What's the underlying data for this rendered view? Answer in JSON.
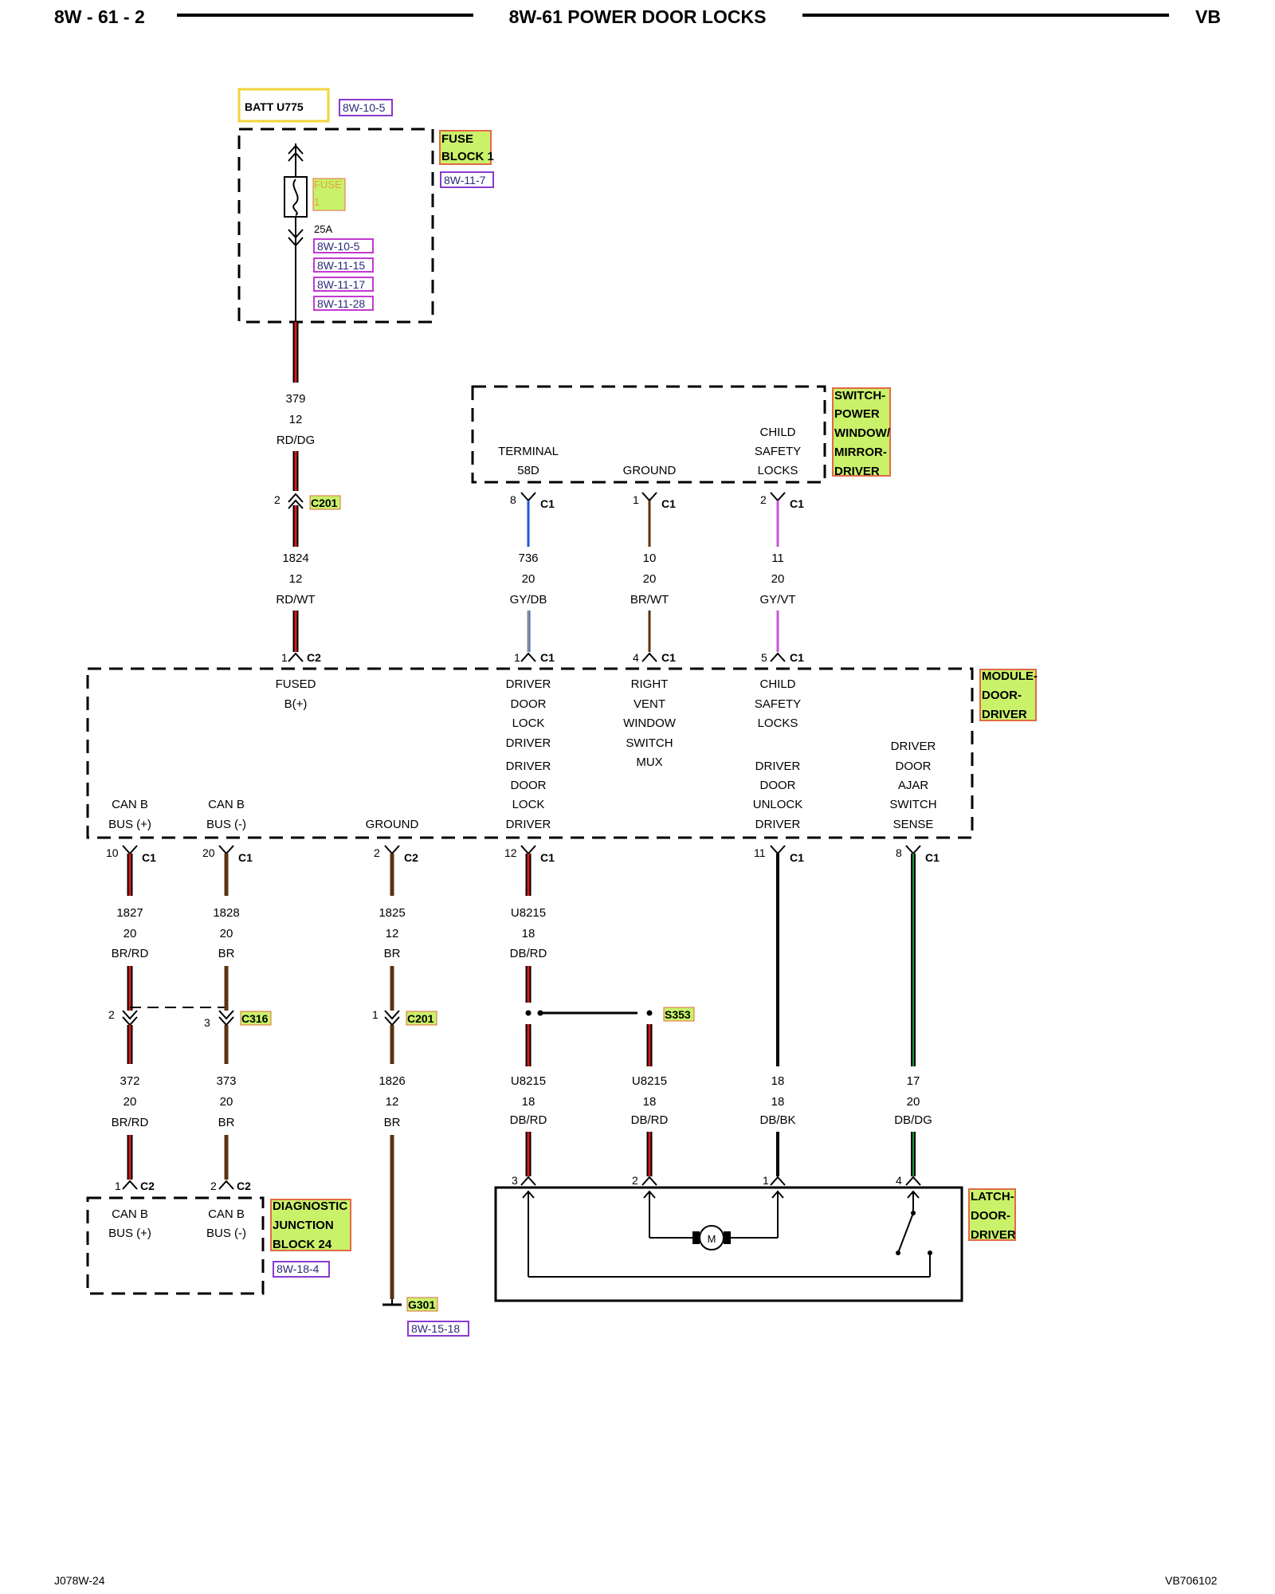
{
  "header": {
    "page_code": "8W - 61 - 2",
    "title": "8W-61 POWER DOOR LOCKS",
    "model": "VB"
  },
  "footer": {
    "left_code": "J078W-24",
    "right_code": "VB706102"
  },
  "power_source": {
    "battery_label": "BATT U775",
    "battery_ref": "8W-10-5",
    "fuse_block_label": [
      "FUSE",
      "BLOCK 1"
    ],
    "fuse_block_ref": "8W-11-7",
    "fuse_label": [
      "FUSE",
      "1"
    ],
    "fuse_rating": "25A",
    "fuse_refs": [
      "8W-10-5",
      "8W-11-15",
      "8W-11-17",
      "8W-11-28"
    ]
  },
  "components": {
    "switch": {
      "name_lines": [
        "SWITCH-",
        "POWER",
        "WINDOW/",
        "MIRROR-",
        "DRIVER"
      ],
      "pins": [
        {
          "label": [
            "TERMINAL",
            "58D"
          ],
          "pin": "8",
          "connector": "C1"
        },
        {
          "label": [
            "GROUND"
          ],
          "pin": "1",
          "connector": "C1"
        },
        {
          "label": [
            "CHILD",
            "SAFETY",
            "LOCKS"
          ],
          "pin": "2",
          "connector": "C1"
        }
      ]
    },
    "module": {
      "name_lines": [
        "MODULE-",
        "DOOR-",
        "DRIVER"
      ],
      "top_pins": [
        {
          "label": [
            "FUSED",
            "B(+)"
          ],
          "pin": "1",
          "connector": "C2"
        },
        {
          "label": [
            "DRIVER",
            "DOOR",
            "LOCK",
            "DRIVER"
          ],
          "pin": "1",
          "connector": "C1"
        },
        {
          "label": [
            "RIGHT",
            "VENT",
            "WINDOW",
            "SWITCH",
            "MUX"
          ],
          "pin": "4",
          "connector": "C1"
        },
        {
          "label": [
            "CHILD",
            "SAFETY",
            "LOCKS"
          ],
          "pin": "5",
          "connector": "C1"
        }
      ],
      "bottom_pins": [
        {
          "label": [
            "CAN B",
            "BUS (+)"
          ],
          "pin": "10",
          "connector": "C1"
        },
        {
          "label": [
            "CAN B",
            "BUS (-)"
          ],
          "pin": "20",
          "connector": "C1"
        },
        {
          "label": [
            "GROUND"
          ],
          "pin": "2",
          "connector": "C2"
        },
        {
          "label": [
            "DRIVER",
            "DOOR",
            "LOCK",
            "DRIVER"
          ],
          "pin": "12",
          "connector": "C1"
        },
        {
          "label": [
            "DRIVER",
            "DOOR",
            "UNLOCK",
            "DRIVER"
          ],
          "pin": "11",
          "connector": "C1"
        },
        {
          "label": [
            "DRIVER",
            "DOOR",
            "AJAR",
            "SWITCH",
            "SENSE"
          ],
          "pin": "8",
          "connector": "C1"
        }
      ]
    },
    "diagnostic": {
      "name_lines": [
        "DIAGNOSTIC",
        "JUNCTION",
        "BLOCK 24"
      ],
      "ref": "8W-18-4",
      "pins": [
        {
          "label": [
            "CAN B",
            "BUS (+)"
          ],
          "pin": "1",
          "connector": "C2"
        },
        {
          "label": [
            "CAN B",
            "BUS (-)"
          ],
          "pin": "2",
          "connector": "C2"
        }
      ]
    },
    "latch": {
      "name_lines": [
        "LATCH-",
        "DOOR-",
        "DRIVER"
      ],
      "motor_symbol": "M",
      "pins": [
        "3",
        "2",
        "1",
        "4"
      ]
    }
  },
  "connectors": {
    "c201": "C201",
    "c316": "C316",
    "s353": "S353",
    "g301": "G301",
    "g301_ref": "8W-15-18",
    "c201_pin_upper": "2",
    "c201_pin_lower": "1",
    "c316_pins": [
      "2",
      "3"
    ]
  },
  "wires": {
    "fuse_out": [
      "379",
      "12",
      "RD/DG"
    ],
    "b_plus": [
      "1824",
      "12",
      "RD/WT"
    ],
    "sw_58d": [
      "736",
      "20",
      "GY/DB"
    ],
    "sw_ground": [
      "10",
      "20",
      "BR/WT"
    ],
    "sw_child": [
      "11",
      "20",
      "GY/VT"
    ],
    "can_plus_upper": [
      "1827",
      "20",
      "BR/RD"
    ],
    "can_minus_upper": [
      "1828",
      "20",
      "BR"
    ],
    "gnd_upper": [
      "1825",
      "12",
      "BR"
    ],
    "lock_upper": [
      "U8215",
      "18",
      "DB/RD"
    ],
    "can_plus_lower": [
      "372",
      "20",
      "BR/RD"
    ],
    "can_minus_lower": [
      "373",
      "20",
      "BR"
    ],
    "gnd_lower": [
      "1826",
      "12",
      "BR"
    ],
    "lock_lower_a": [
      "U8215",
      "18",
      "DB/RD"
    ],
    "lock_lower_b": [
      "U8215",
      "18",
      "DB/RD"
    ],
    "unlock": [
      "18",
      "18",
      "DB/BK"
    ],
    "ajar": [
      "17",
      "20",
      "DB/DG"
    ]
  },
  "colors": {
    "red": "#d91a1a",
    "brown": "#5a3311",
    "gray": "#8f8f8f",
    "blue": "#1f5ad6",
    "violet": "#c15ad6",
    "green": "#1a9a3a",
    "black": "#000000",
    "tag_fill": "#c9f26a",
    "tag_border": "#e36a43",
    "batt_border": "#f0d43a",
    "ref_border": "#8a3ad1"
  }
}
